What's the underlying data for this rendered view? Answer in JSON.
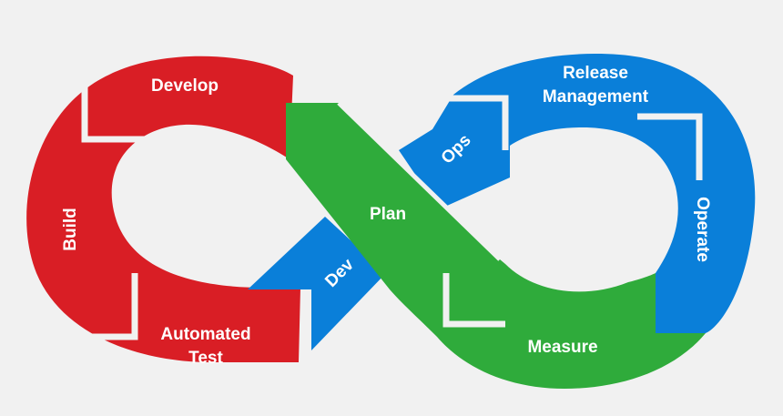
{
  "diagram": {
    "colors": {
      "background": "#f1f1f1",
      "red": "#d91e25",
      "blue": "#0a7fd9",
      "green": "#2fab3b",
      "separator": "#f1f1f1",
      "text": "#ffffff"
    },
    "labels": {
      "develop": "Develop",
      "build": "Build",
      "automated_test_line1": "Automated",
      "automated_test_line2": "Test",
      "dev": "Dev",
      "plan": "Plan",
      "ops": "Ops",
      "release_line1": "Release",
      "release_line2": "Management",
      "operate": "Operate",
      "measure": "Measure"
    }
  }
}
